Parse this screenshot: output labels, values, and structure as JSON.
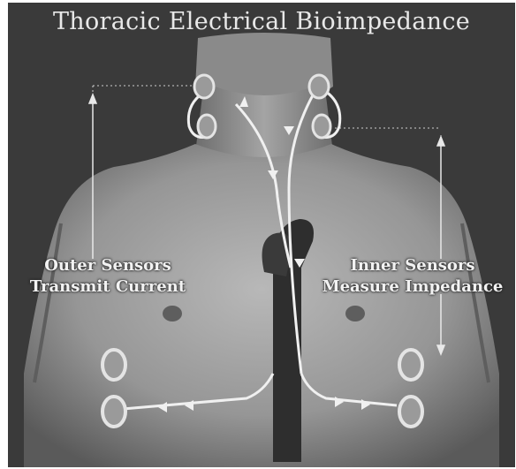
{
  "title": "Thoracic Electrical Bioimpedance",
  "labels": {
    "outer": [
      "Outer Sensors",
      "Transmit Current"
    ],
    "inner": [
      "Inner Sensors",
      "Measure Impedance"
    ]
  },
  "colors": {
    "background": "#3a3a3a",
    "skin": "#9a9a9a",
    "wire": "#f0f0f0",
    "vessel": "#2e2e2e"
  }
}
